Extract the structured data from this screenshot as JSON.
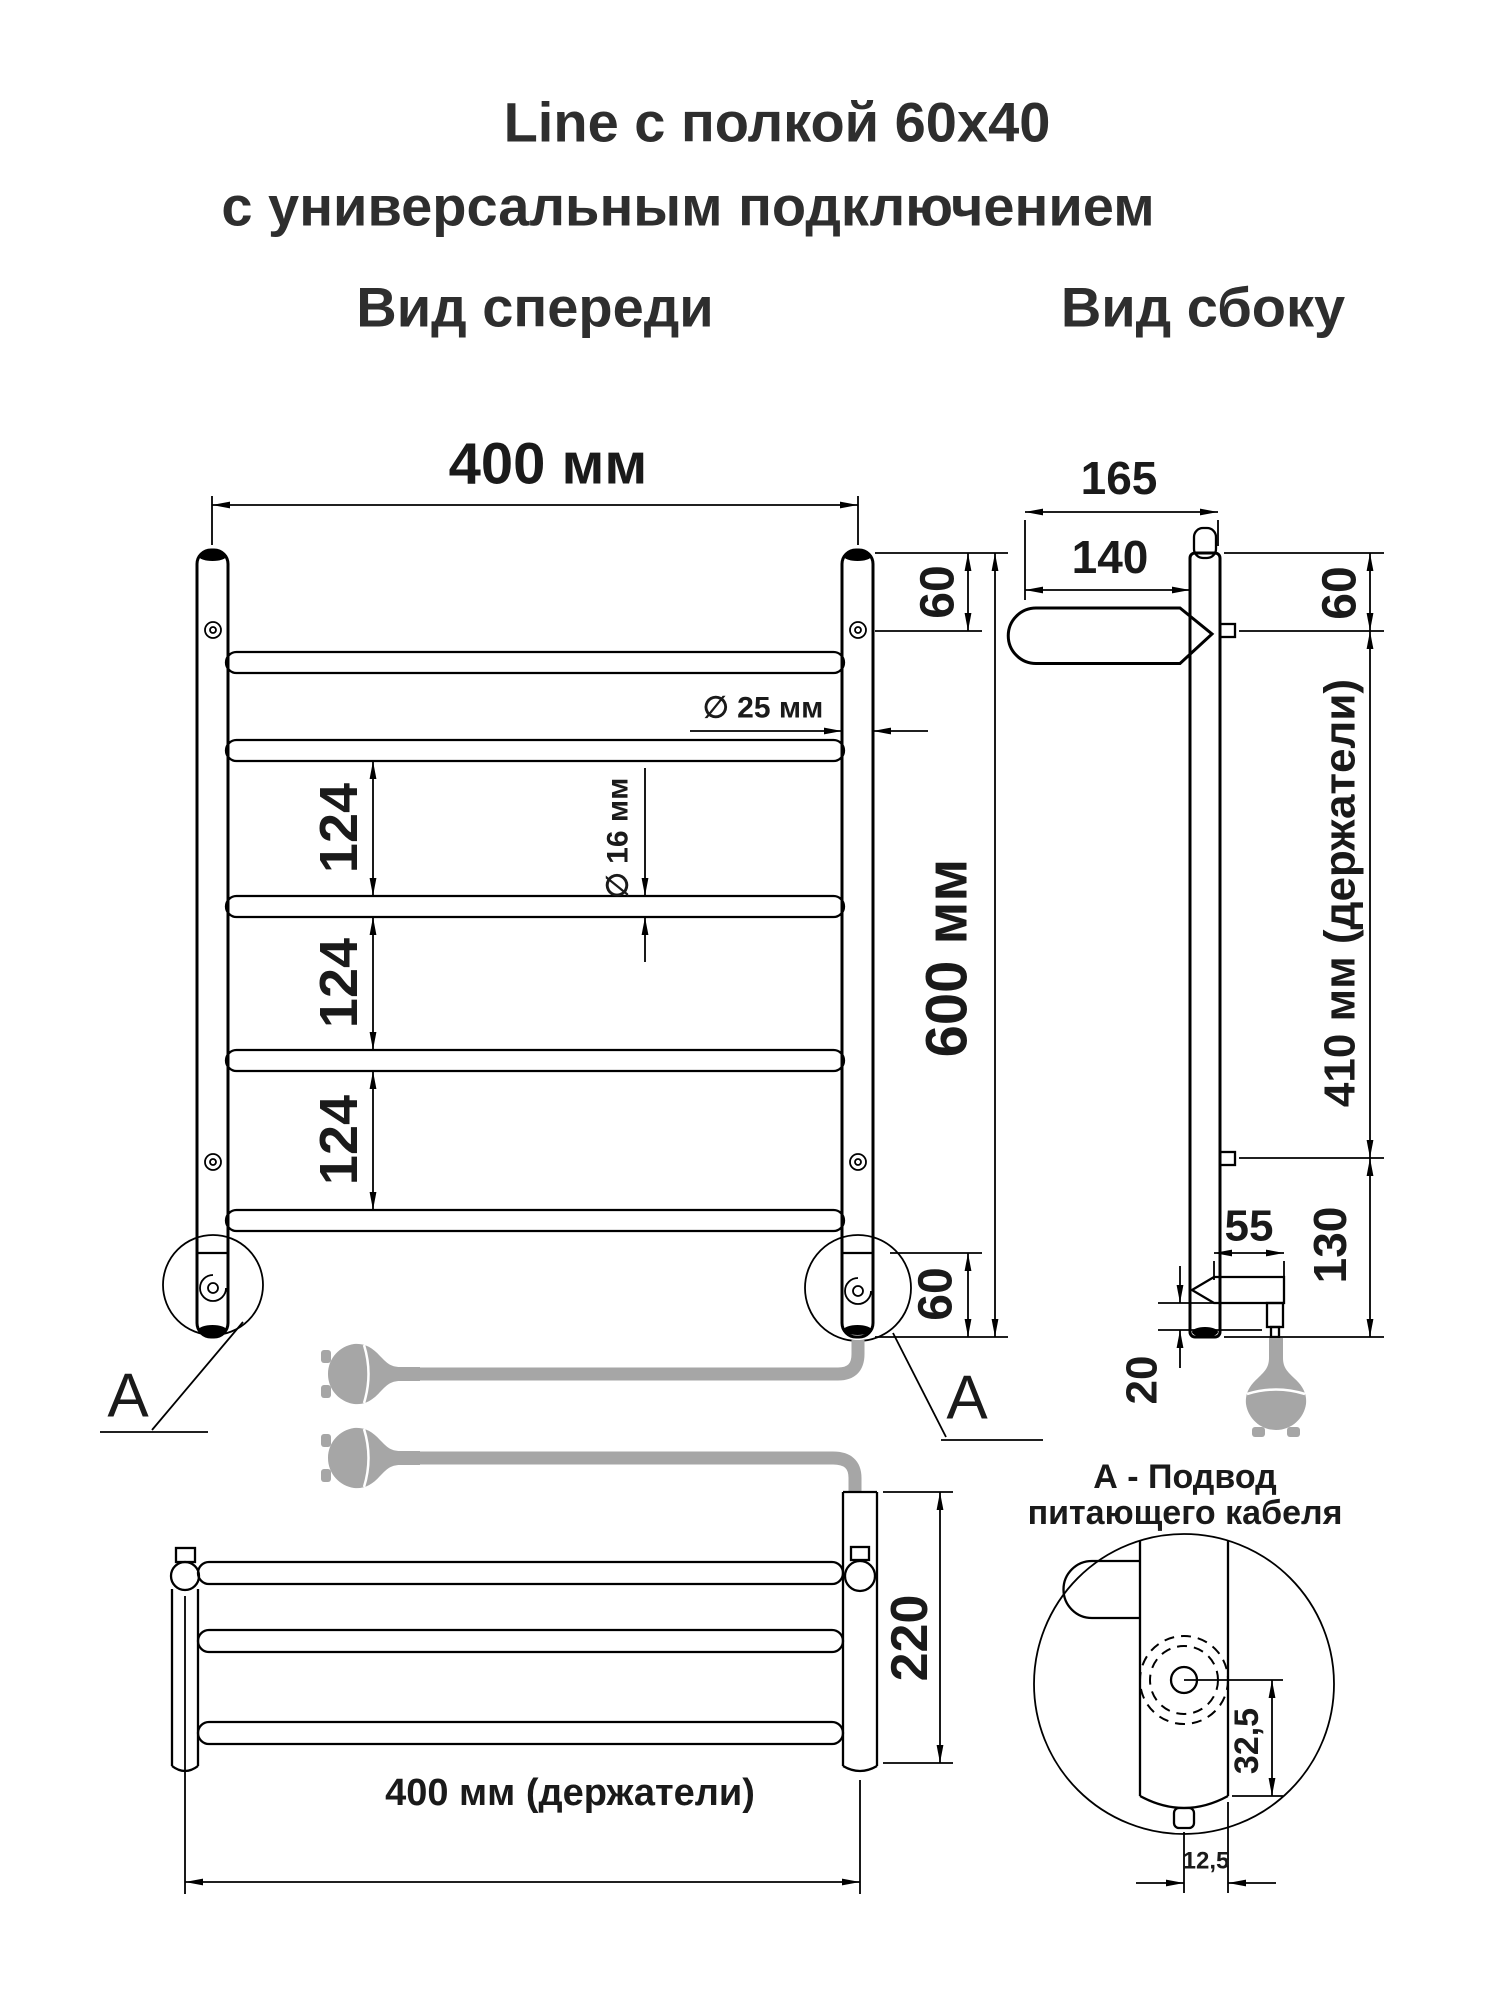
{
  "title": {
    "line1": "Line с полкой 60x40",
    "line2": "с универсальным подключением"
  },
  "views": {
    "front": "Вид спереди",
    "side": "Вид сбоку"
  },
  "front_view": {
    "dim_width": "400 мм",
    "dim_height": "600 мм",
    "dim_top_offset": "60",
    "dim_bottom_offset": "60",
    "dim_rail_gap": "124",
    "dim_post_diameter": "∅ 25 мм",
    "dim_rail_diameter": "∅ 16 мм",
    "detail_marker": "А"
  },
  "side_view": {
    "dim_total_depth": "165",
    "dim_shelf_depth": "140",
    "dim_top_offset": "60",
    "dim_holders_span": "410 мм (держатели)",
    "dim_bottom_offset": "130",
    "dim_outlet_width": "55",
    "dim_cable_gap": "20"
  },
  "bottom_view": {
    "dim_depth": "220",
    "dim_holders_width": "400 мм (держатели)"
  },
  "detail_a": {
    "title_line1": "А - Подвод",
    "title_line2": "питающего кабеля",
    "dim_vertical": "32,5",
    "dim_horizontal": "12,5"
  },
  "colors": {
    "line": "#000000",
    "cable": "#a6a6a6",
    "background": "#ffffff"
  }
}
